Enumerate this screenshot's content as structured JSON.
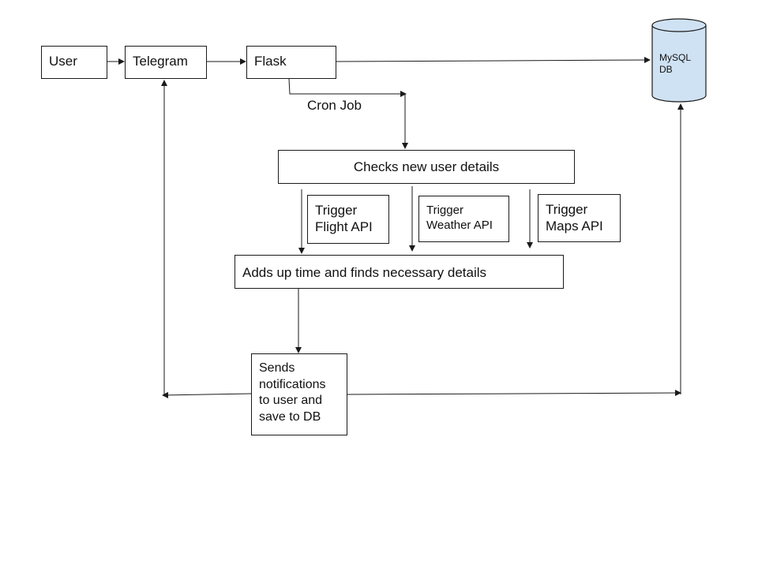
{
  "nodes": {
    "user": "User",
    "telegram": "Telegram",
    "flask": "Flask",
    "db": [
      "MySQL",
      "DB"
    ],
    "cron_job": "Cron Job",
    "checks": "Checks new user details",
    "trigger_flight": [
      "Trigger",
      "Flight API"
    ],
    "trigger_weather": [
      "Trigger",
      "Weather API"
    ],
    "trigger_maps": [
      "Trigger",
      "Maps API"
    ],
    "adds_up": "Adds up time and finds necessary details",
    "sends": [
      "Sends",
      "notifications",
      "to user and",
      "save to DB"
    ]
  },
  "colors": {
    "stroke": "#1a1a1a",
    "db_fill": "#cfe2f3"
  }
}
